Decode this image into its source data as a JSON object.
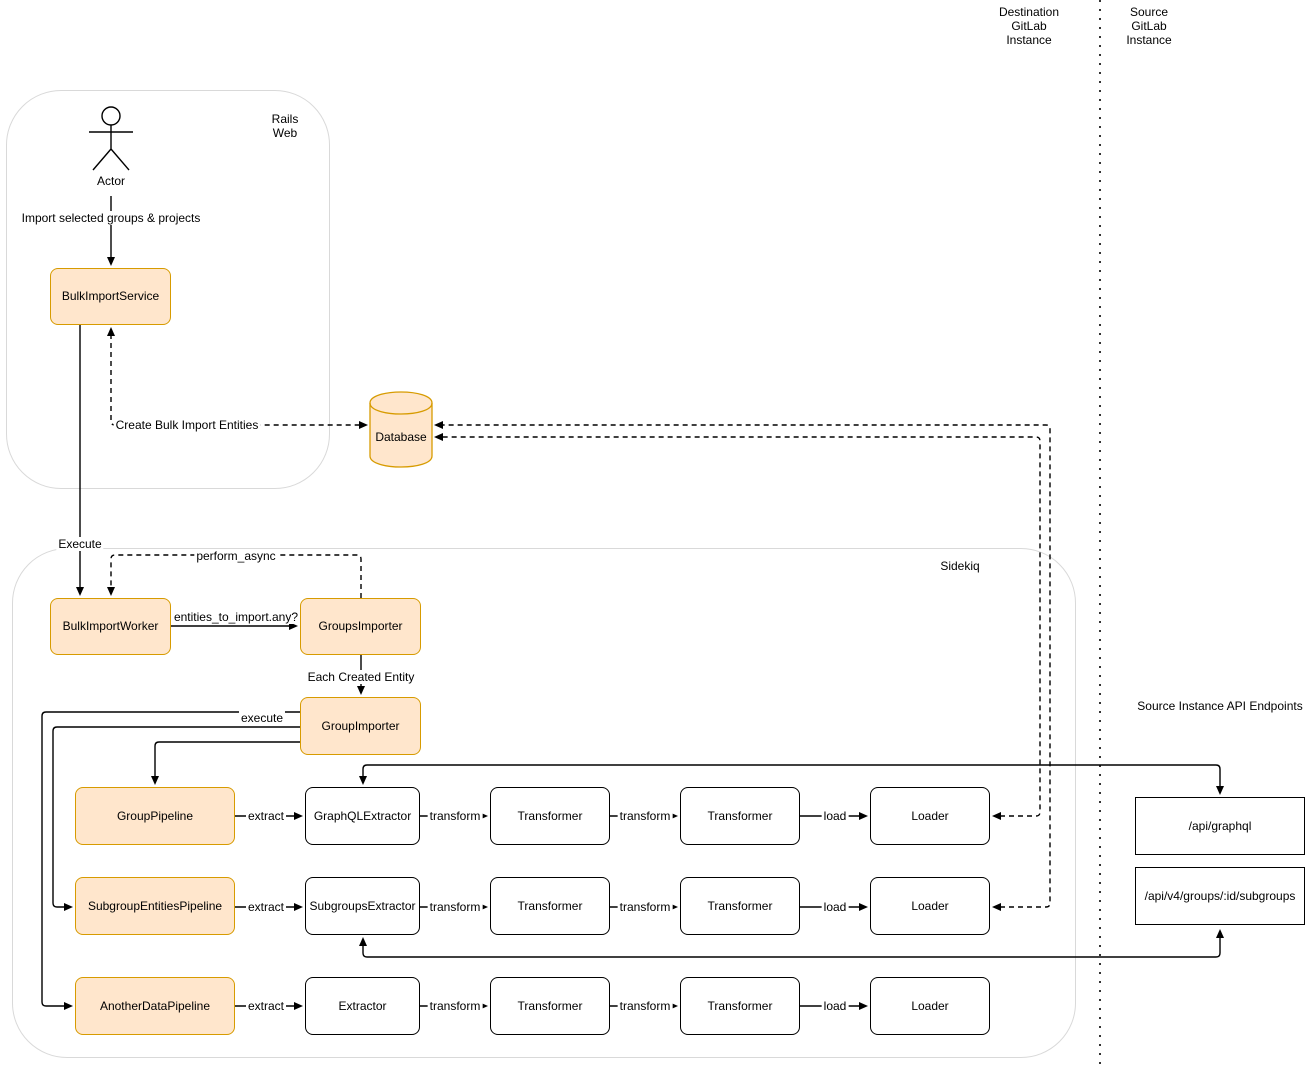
{
  "regions": {
    "destination_instance": "Destination\nGitLab\nInstance",
    "source_instance": "Source\nGitLab\nInstance",
    "rails_web": "Rails\nWeb",
    "sidekiq": "Sidekiq",
    "api_endpoints_title": "Source Instance API Endpoints"
  },
  "actor": {
    "label": "Actor"
  },
  "nodes": {
    "bulk_import_service": "BulkImportService",
    "database": "Database",
    "bulk_import_worker": "BulkImportWorker",
    "groups_importer": "GroupsImporter",
    "group_importer": "GroupImporter",
    "api_graphql": "/api/graphql",
    "api_subgroups": "/api/v4/groups/:id/subgroups"
  },
  "pipelines": [
    {
      "pipeline": "GroupPipeline",
      "extractor": "GraphQLExtractor",
      "transformer1": "Transformer",
      "transformer2": "Transformer",
      "loader": "Loader"
    },
    {
      "pipeline": "SubgroupEntitiesPipeline",
      "extractor": "SubgroupsExtractor",
      "transformer1": "Transformer",
      "transformer2": "Transformer",
      "loader": "Loader"
    },
    {
      "pipeline": "AnotherDataPipeline",
      "extractor": "Extractor",
      "transformer1": "Transformer",
      "transformer2": "Transformer",
      "loader": "Loader"
    }
  ],
  "edge_labels": {
    "import_selected": "Import selected groups & projects",
    "create_entities": "Create Bulk Import Entities",
    "execute": "Execute",
    "perform_async": "perform_async",
    "entities_any": "entities_to_import.any?",
    "each_created_entity": "Each Created Entity",
    "execute_pipeline": "execute",
    "extract": "extract",
    "transform": "transform",
    "load": "load"
  },
  "colors": {
    "highlight_fill": "#FFE6CC",
    "highlight_stroke": "#D79B00",
    "default_stroke": "#000000",
    "container_stroke": "#D9D9D9"
  }
}
